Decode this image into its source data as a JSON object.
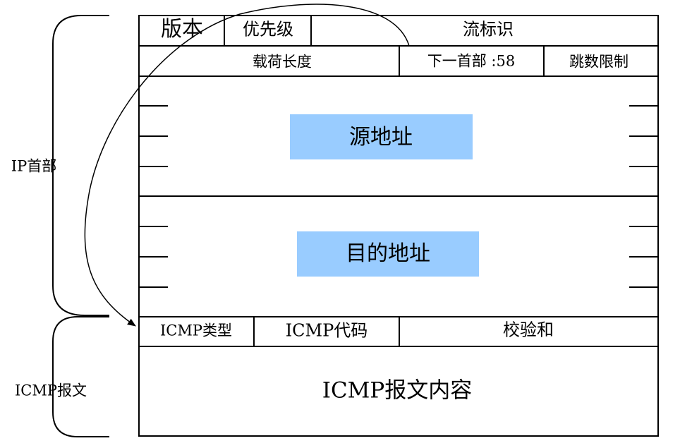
{
  "ip_header": {
    "label": "IP首部",
    "row1": {
      "version": "版本",
      "priority": "优先级",
      "flow_label": "流标识"
    },
    "row2": {
      "payload_length": "载荷长度",
      "next_header": "下一首部 :58",
      "hop_limit": "跳数限制"
    },
    "source_address": "源地址",
    "destination_address": "目的地址"
  },
  "icmp_message": {
    "label": "ICMP报文",
    "type": "ICMP类型",
    "code": "ICMP代码",
    "checksum": "校验和",
    "content": "ICMP报文内容"
  },
  "colors": {
    "address_fill": "#99ccff",
    "line": "#000000"
  }
}
